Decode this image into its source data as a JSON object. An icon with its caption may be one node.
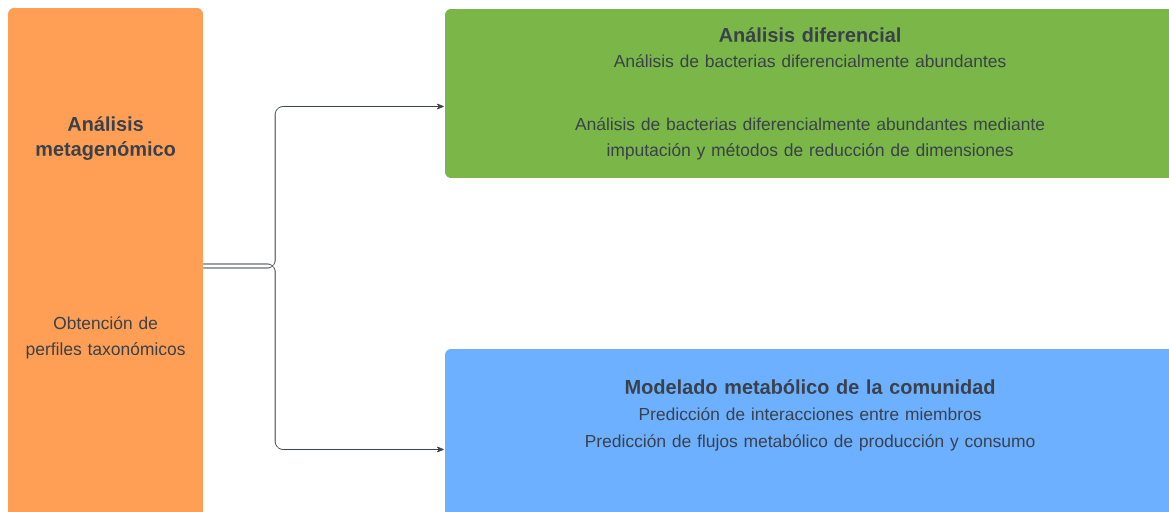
{
  "diagram": {
    "nodes": [
      {
        "text": [
          "Análisis metagenómico",
          "Obtención de perfiles taxonómicos"
        ]
      },
      {
        "text": [
          "Análisis diferencial",
          "Análisis de bacterias diferencialmente abundantes",
          "Análisis de bacterias diferencialmente abundantes mediante imputación y métodos de reducción de dimensiones"
        ]
      },
      {
        "text": [
          "Modelado metabólico de la comunidad",
          "Predicción de interacciones entre miembros",
          "Predicción de flujos metabólico de producción y consumo"
        ]
      }
    ],
    "edges": [
      {
        "from": 0,
        "to": 1,
        "arrow": "to"
      },
      {
        "from": 0,
        "to": 2,
        "arrow": "to"
      }
    ]
  }
}
